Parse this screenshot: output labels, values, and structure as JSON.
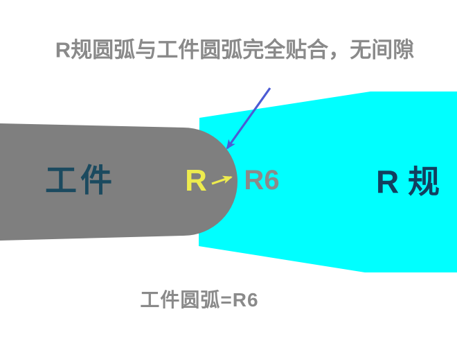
{
  "title": "R规圆弧与工件圆弧完全贴合，无间隙",
  "caption": "工件圆弧=R6",
  "workpiece": {
    "label": "工件"
  },
  "gauge": {
    "label": "R 规"
  },
  "radius_callout": {
    "label": "R",
    "value": "R6"
  },
  "colors": {
    "background": "#FFFFFF",
    "workpiece_fill": "#7F7F7F",
    "gauge_fill": "#00FFFF",
    "title_text": "#8A8A8A",
    "caption_text": "#8A8A8A",
    "workpiece_label_text": "#1B4A5F",
    "gauge_label_text": "#123F5F",
    "radius_label_text": "#EDEB4E",
    "r6_label_text": "#8A8A8A",
    "pointer_arrow": "#4C5BD4",
    "radius_arrow": "#EDEB4E"
  }
}
